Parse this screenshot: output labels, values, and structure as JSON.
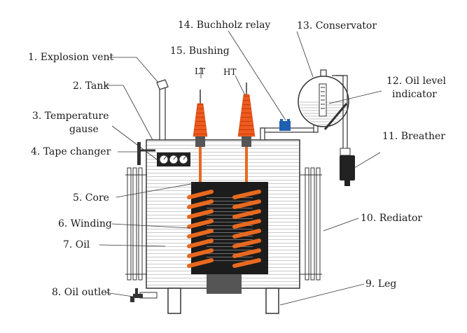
{
  "labels": {
    "explosion_vent": "1. Explosion vent",
    "tank": "2. Tank",
    "temperature_gauge_line1": "3. Temperature",
    "temperature_gauge_line2": "gause",
    "tape_changer": "4. Tape changer",
    "core": "5. Core",
    "winding": "6. Winding",
    "oil": "7. Oil",
    "oil_outlet": "8. Oil outlet",
    "leg": "9. Leg",
    "radiator": "10. Rediator",
    "breather": "11. Breather",
    "oil_level_indicator_line1": "12. Oil level",
    "oil_level_indicator_line2": "indicator",
    "conservator": "13. Conservator",
    "buchholz_relay": "14. Buchholz relay",
    "bushing": "15. Bushing",
    "bushing_lt": "LT",
    "bushing_ht": "HT"
  },
  "colors": {
    "coil": "#e8691f",
    "bushing": "#ef5a1e",
    "core": "#1c1c1c",
    "relay": "#1f5fb0",
    "outline": "#333333",
    "oil_lines": "#9a9a9a"
  },
  "icons": {
    "winding_coils": "coil",
    "gauges": "dial-gauge",
    "outlet": "valve-tap"
  }
}
